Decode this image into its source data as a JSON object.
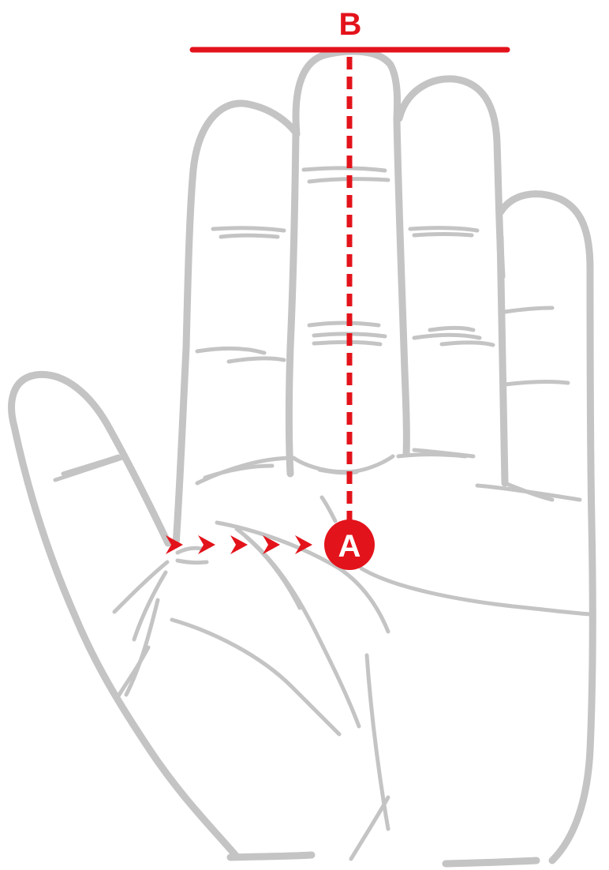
{
  "diagram": {
    "label_b": "B",
    "label_a": "A",
    "colors": {
      "accent": "#e3131b",
      "outline": "#c4c4c4",
      "background": "#ffffff"
    },
    "chevron_count": 5
  }
}
